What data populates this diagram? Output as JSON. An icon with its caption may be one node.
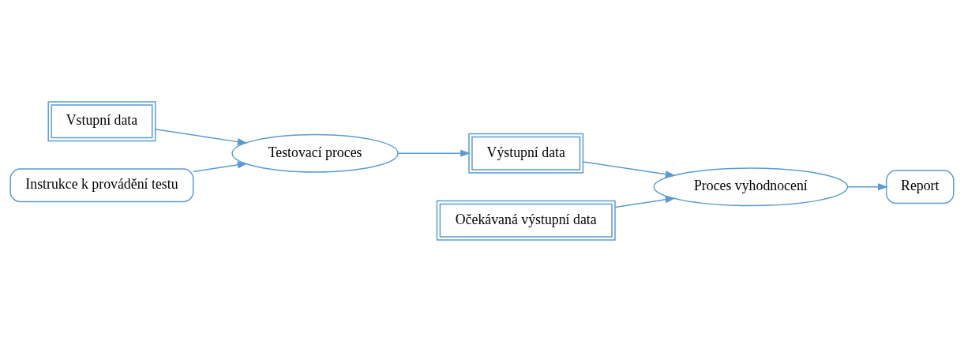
{
  "diagram": {
    "nodes": [
      {
        "text": [
          "Vstupní data"
        ]
      },
      {
        "text": [
          "Instrukce k provádění testu"
        ]
      },
      {
        "text": [
          "Testovací proces"
        ]
      },
      {
        "text": [
          "Výstupní data"
        ]
      },
      {
        "text": [
          "Očekávaná výstupní data"
        ]
      },
      {
        "text": [
          "Proces vyhodnocení"
        ]
      },
      {
        "text": [
          "Report"
        ]
      }
    ],
    "edges": [
      {
        "from": 0,
        "to": 2,
        "arrow": "to"
      },
      {
        "from": 1,
        "to": 2,
        "arrow": "to"
      },
      {
        "from": 2,
        "to": 3,
        "arrow": "to"
      },
      {
        "from": 3,
        "to": 5,
        "arrow": "to"
      },
      {
        "from": 4,
        "to": 5,
        "arrow": "to"
      },
      {
        "from": 5,
        "to": 6,
        "arrow": "to"
      }
    ]
  }
}
